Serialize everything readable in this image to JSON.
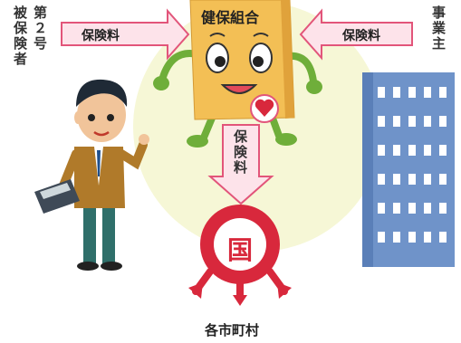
{
  "labels": {
    "insured_line1": "第２号",
    "insured_line2": "被保険者",
    "employer": "事業主",
    "union": "健保組合",
    "premium_left": "保険料",
    "premium_right": "保険料",
    "premium_down": "保険料",
    "government_emblem": "国",
    "municipality": "各市町村"
  },
  "colors": {
    "arrow_fill": "#fde3ea",
    "arrow_stroke": "#e2557a",
    "circle_bg": "#f6f7d6",
    "union_body": "#f3bf55",
    "union_shadow": "#e0a23b",
    "building": "#6f93c9",
    "emblem": "#d8283c"
  }
}
